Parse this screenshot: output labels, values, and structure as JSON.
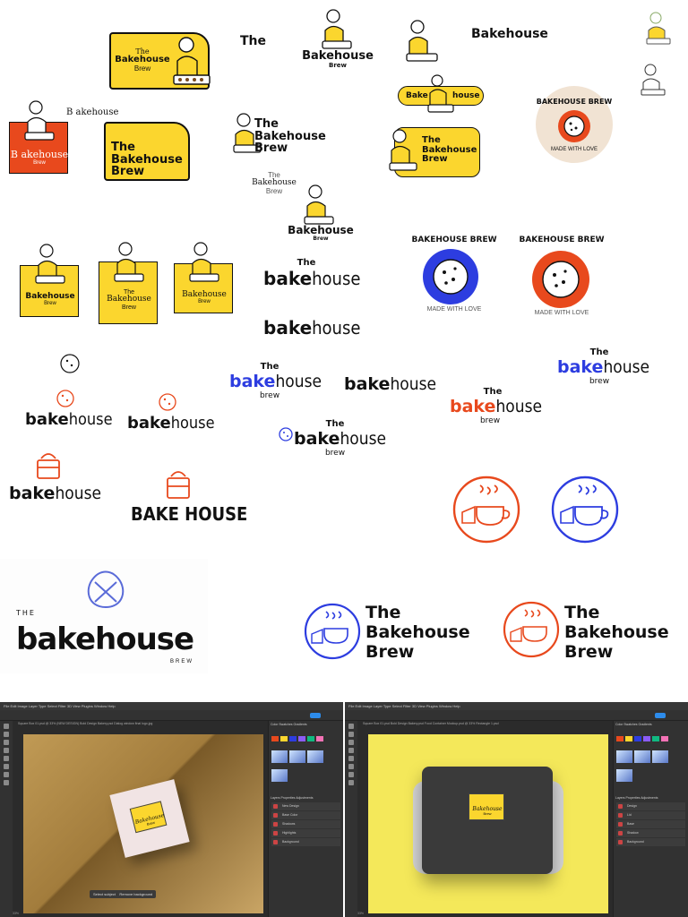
{
  "logos": {
    "l1": {
      "the": "The",
      "name": "Bakehouse",
      "brew": "Brew"
    },
    "l2": {
      "the": "The"
    },
    "l3": {
      "name": "Bakehouse",
      "brew": "Brew"
    },
    "l4": {
      "name": "Bakehouse"
    },
    "l6": {
      "left": "Bake",
      "right": "house"
    },
    "l7": {
      "side": "B  akehouse",
      "name": "B  akehouse",
      "brew": "Brew"
    },
    "l8": {
      "text": "The\nBakehouse\nBrew"
    },
    "l9": {
      "text": "The\nBakehouse\nBrew"
    },
    "l10": {
      "text": "The\nBakehouse\nBrew"
    },
    "l11": {
      "the": "The",
      "name": "Bakehouse",
      "brew": "Brew"
    },
    "l12": {
      "name": "Bakehouse",
      "brew": "Brew"
    },
    "badge1": {
      "ring": "BAKEHOUSE BREW",
      "bottom": "MADE WITH LOVE"
    },
    "badge2": {
      "ring": "BAKEHOUSE BREW",
      "bottom": "MADE WITH LOVE"
    },
    "badge3": {
      "ring": "BAKEHOUSE BREW",
      "bottom": "MADE WITH LOVE"
    },
    "sq1": {
      "name": "Bakehouse",
      "brew": "Brew"
    },
    "sq2": {
      "the": "The",
      "name": "Bakehouse",
      "brew": "Brew"
    },
    "sq3": {
      "name": "Bakehouse",
      "brew": "Brew"
    },
    "wm1": {
      "the": "The",
      "bold": "bake",
      "light": "house"
    },
    "wm2": {
      "bold": "bake",
      "light": "house"
    },
    "wm3": {
      "the": "The",
      "bold": "bake",
      "light": "house",
      "brew": "brew"
    },
    "wm4": {
      "bold": "bake",
      "light": "house"
    },
    "wm5": {
      "the": "The",
      "bold": "bake",
      "light": "house",
      "brew": "brew"
    },
    "wm6": {
      "the": "The",
      "bold": "bake",
      "light": "house",
      "brew": "brew"
    },
    "wm7": {
      "bold": "bake",
      "light": "house"
    },
    "wm8": {
      "bold": "bake",
      "light": "house"
    },
    "wm9": {
      "the": "The",
      "bold": "bake",
      "light": "house",
      "brew": "brew"
    },
    "wm10": {
      "bold": "bake",
      "light": "house"
    },
    "bh": {
      "text": "BAKE HOUSE"
    },
    "big": {
      "the": "THE",
      "name": "bakehouse",
      "brew": "BREW"
    },
    "h1": {
      "l1": "The",
      "l2": "Bakehouse",
      "l3": "Brew"
    },
    "h2": {
      "l1": "The",
      "l2": "Bakehouse",
      "l3": "Brew"
    }
  },
  "colors": {
    "yellow": "#FBD62E",
    "orange": "#E8491D",
    "blue": "#2D3DE0",
    "cream": "#F1E3D3",
    "ps_bg": "#2b2b2b"
  },
  "ps1": {
    "menu": "File  Edit  Image  Layer  Type  Select  Filter  3D  View  Plugins  Window  Help",
    "tabs": "Square Box 01.psd @ 33% (NEW DESIGN)   Bold Design Bakery.psd   Dialog window final logo.jpg",
    "select_subject": "Select subject",
    "remove_bg": "Remove background",
    "layers": [
      "New Design",
      "Base Color",
      "Shadows",
      "Highlights",
      "Background"
    ],
    "box_name": "Bakehouse",
    "box_brew": "Brew",
    "zoom": "33%"
  },
  "ps2": {
    "menu": "File  Edit  Image  Layer  Type  Select  Filter  3D  View  Plugins  Window  Help",
    "tabs": "Square Box 01.psd   Bold Design Bakery.psd   Food Container Mockup.psd @ 33%   Rectangle 1.psd",
    "layers": [
      "Design",
      "Lid",
      "Base",
      "Shadow",
      "Background"
    ],
    "label_name": "Bakehouse",
    "label_brew": "Brew",
    "zoom": "33%"
  }
}
